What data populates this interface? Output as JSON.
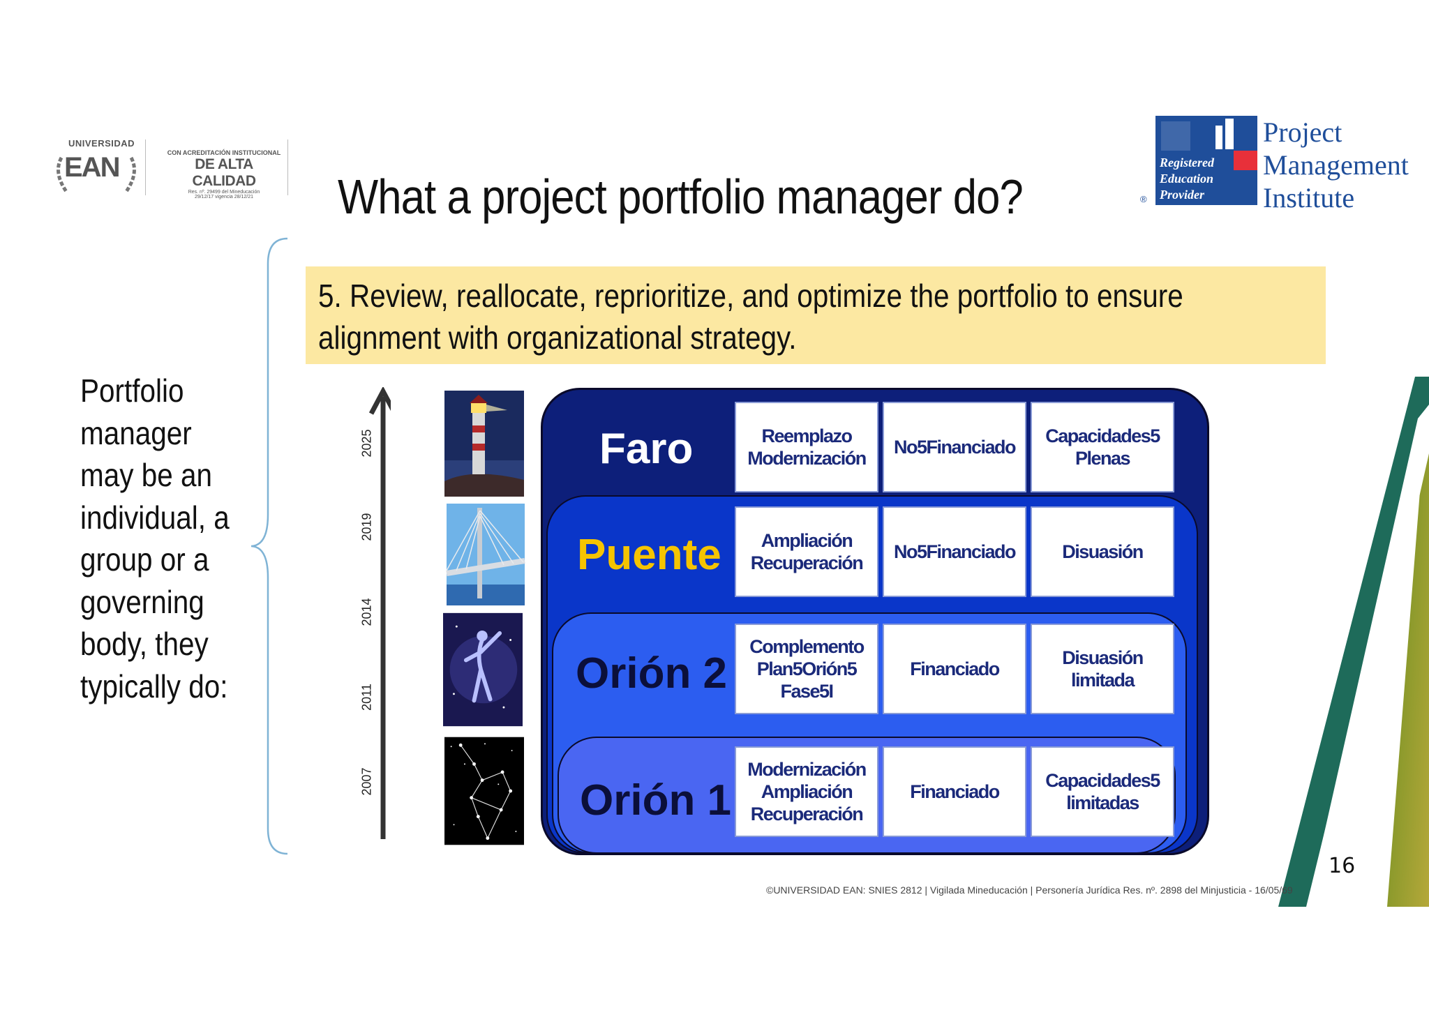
{
  "header": {
    "ean_logo": {
      "university": "UNIVERSIDAD",
      "name": "EAN",
      "accreditation_line1": "CON ACREDITACIÓN INSTITUCIONAL",
      "accreditation_line2": "DE ALTA CALIDAD",
      "accreditation_line3": "Res. nº. 29499 del Mineducación",
      "accreditation_line4": "29/12/17 vigencia 28/12/21"
    },
    "pmi_logo": {
      "mark_lines": [
        "Registered",
        "Education",
        "Provider"
      ],
      "words": [
        "Project",
        "Management",
        "Institute"
      ],
      "registered_symbol": "®"
    }
  },
  "slide": {
    "title": "What a project portfolio manager do?",
    "side_text": [
      "Portfolio",
      "manager",
      "may be an",
      "individual, a",
      "group or a",
      "governing",
      "body, they",
      "typically do:"
    ],
    "callout_lines": [
      "5. Review, reallocate, reprioritize, and optimize the portfolio to ensure",
      "alignment with organizational strategy."
    ],
    "page_number": "16",
    "footer": "©UNIVERSIDAD EAN: SNIES 2812 | Vigilada Mineducación | Personería Jurídica Res. nº. 2898 del Minjusticia - 16/05/69"
  },
  "timeline": {
    "years": [
      "2025",
      "2019",
      "2014",
      "2011",
      "2007"
    ]
  },
  "diagram": {
    "layers": [
      {
        "name": "Faro",
        "name_color": "#ffffff",
        "fill": "#0d1f7a",
        "cells": [
          [
            "Reemplazo",
            "Modernización"
          ],
          [
            "No5Financiado"
          ],
          [
            "Capacidades5",
            "Plenas"
          ]
        ]
      },
      {
        "name": "Puente",
        "name_color": "#f5c400",
        "fill": "#0a36c9",
        "cells": [
          [
            "Ampliación",
            "Recuperación"
          ],
          [
            "No5Financiado"
          ],
          [
            "Disuasión"
          ]
        ]
      },
      {
        "name": "Orión 2",
        "name_color": "#0b0f3a",
        "fill": "#2c5df0",
        "cells": [
          [
            "Complemento",
            "Plan5Orión5",
            "Fase5I"
          ],
          [
            "Financiado"
          ],
          [
            "Disuasión",
            "limitada"
          ]
        ]
      },
      {
        "name": "Orión 1",
        "name_color": "#0b0f3a",
        "fill": "#4a66f2",
        "cells": [
          [
            "Modernización",
            "Ampliación",
            "Recuperación"
          ],
          [
            "Financiado"
          ],
          [
            "Capacidades5",
            "limitadas"
          ]
        ]
      }
    ]
  },
  "colors": {
    "callout_bg": "#fce8a2",
    "brace": "#7fb3d5",
    "deco_green": "#1e6b5a",
    "deco_olive": "#8c9a2c"
  }
}
